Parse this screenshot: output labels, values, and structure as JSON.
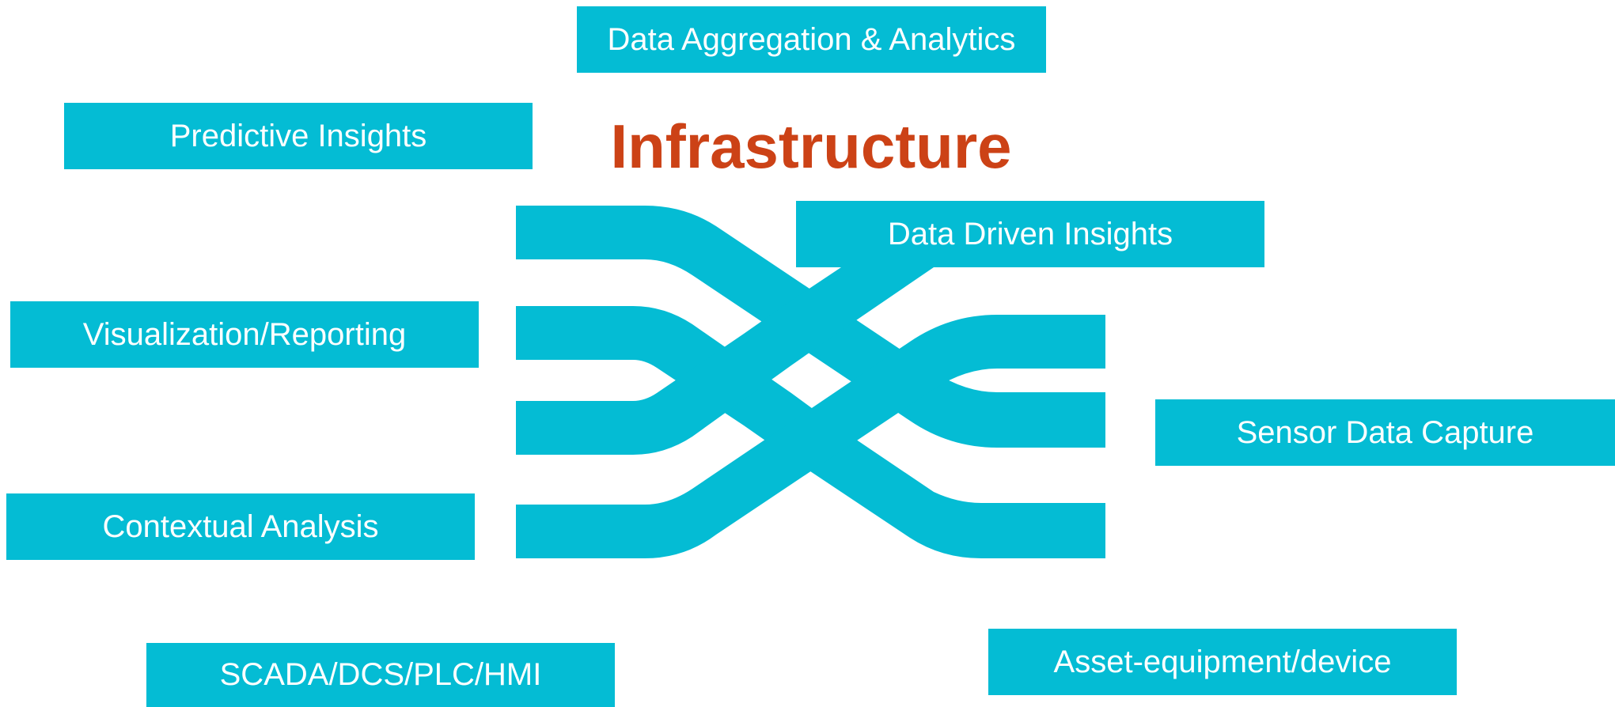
{
  "title": "Infrastructure",
  "colors": {
    "box_fill": "#04bcd4",
    "ribbon_fill": "#04bcd4",
    "title_color": "#cc4216",
    "box_text": "#ffffff"
  },
  "labels": {
    "aggregation": "Data Aggregation & Analytics",
    "predictive": "Predictive Insights",
    "driven": "Data Driven Insights",
    "visualization": "Visualization/Reporting",
    "sensor": "Sensor Data Capture",
    "contextual": "Contextual Analysis",
    "scada": "SCADA/DCS/PLC/HMI",
    "asset": "Asset-equipment/device"
  }
}
